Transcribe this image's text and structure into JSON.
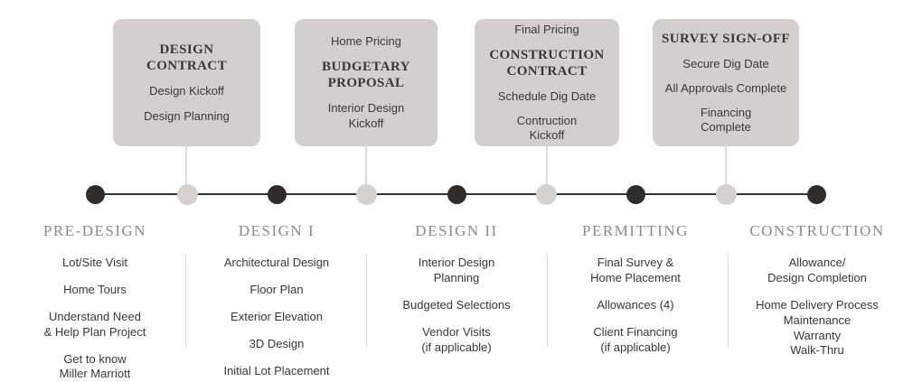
{
  "colors": {
    "card_bg": "#d3cfcc",
    "heading": "#8f8a84",
    "text": "#3a3736",
    "line": "#35312f",
    "dot_dark": "#2f2c2a",
    "dot_light": "#d5d1ce"
  },
  "cards": [
    {
      "title": "DESIGN CONTRACT",
      "items_before": [],
      "items_after": [
        "Design Kickoff",
        "Design Planning"
      ]
    },
    {
      "title": "BUDGETARY\nPROPOSAL",
      "items_before": [
        "Home Pricing"
      ],
      "items_after": [
        "Interior Design\nKickoff"
      ]
    },
    {
      "title": "CONSTRUCTION\nCONTRACT",
      "items_before": [
        "Final Pricing"
      ],
      "items_after": [
        "Schedule Dig Date",
        "Contruction\nKickoff"
      ]
    },
    {
      "title": "SURVEY SIGN-OFF",
      "items_before": [],
      "items_after": [
        "Secure Dig Date",
        "All Approvals Complete",
        "Financing\nComplete"
      ]
    }
  ],
  "phases": [
    {
      "label": "PRE-DESIGN",
      "items": [
        "Lot/Site Visit",
        "Home Tours",
        "Understand Need\n& Help Plan Project",
        "Get to know\nMiller Marriott"
      ]
    },
    {
      "label": "DESIGN I",
      "items": [
        "Architectural Design",
        "Floor Plan",
        "Exterior Elevation",
        "3D Design",
        "Initial Lot Placement"
      ]
    },
    {
      "label": "DESIGN II",
      "items": [
        "Interior Design\nPlanning",
        "Budgeted Selections",
        "Vendor Visits\n(if applicable)"
      ]
    },
    {
      "label": "PERMITTING",
      "items": [
        "Final Survey &\nHome Placement",
        "Allowances (4)",
        "Client Financing\n(if applicable)"
      ]
    },
    {
      "label": "CONSTRUCTION",
      "items": [
        "Allowance/\nDesign Completion",
        "Home Delivery Process\nMaintenance\nWarranty\nWalk-Thru"
      ]
    }
  ]
}
